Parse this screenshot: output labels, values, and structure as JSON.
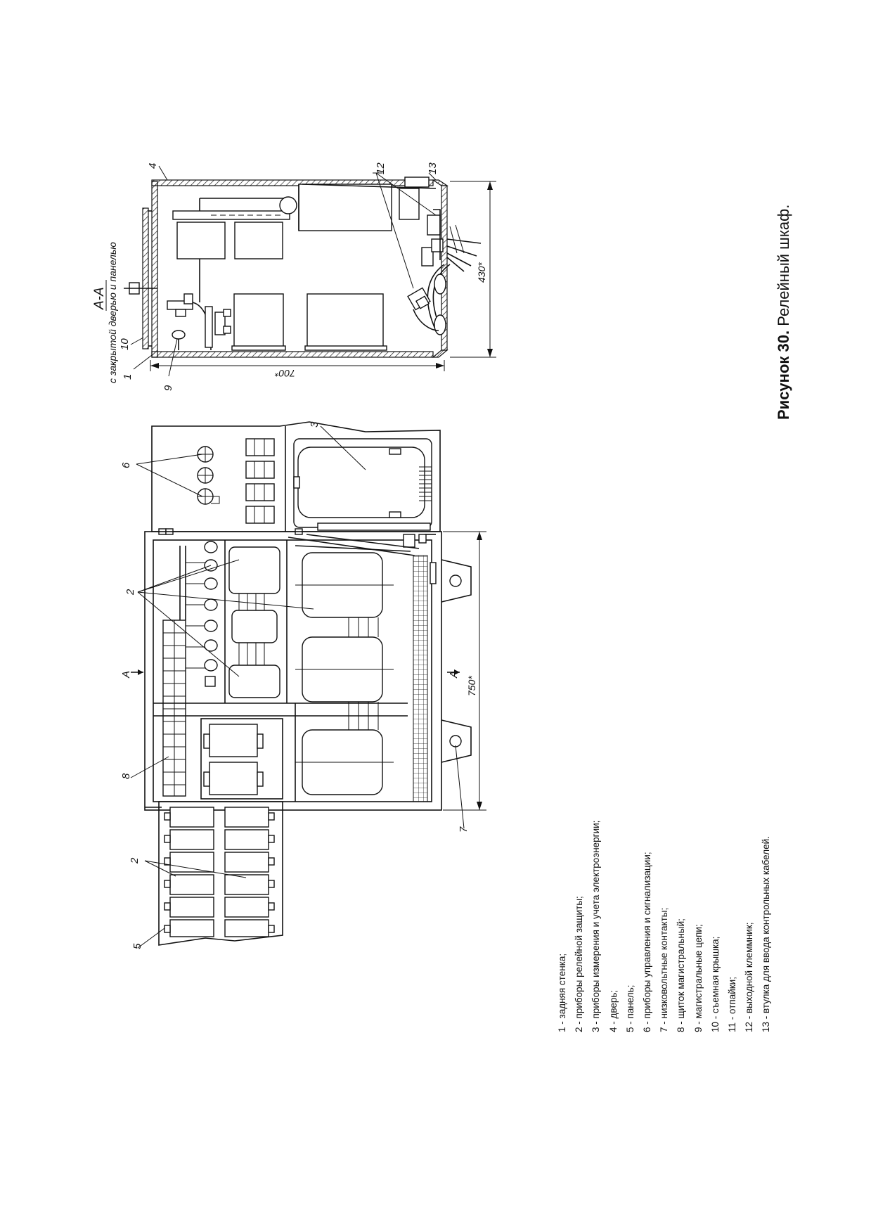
{
  "caption": {
    "number": "Рисунок 30.",
    "title": "Релейный шкаф."
  },
  "section_view": {
    "label": "А-А",
    "sublabel": "с закрытой дверью и панелью",
    "callouts": [
      "4",
      "12",
      "13",
      "10",
      "1",
      "9"
    ],
    "dimensions": [
      "700*",
      "430*"
    ]
  },
  "front_view": {
    "callouts": [
      "6",
      "3",
      "2",
      "8",
      "7",
      "2",
      "5"
    ],
    "section_marks": [
      "А",
      "А"
    ],
    "dimensions": [
      "750*"
    ]
  },
  "legend": [
    "1 - задняя стенка;",
    "2 - приборы релейной защиты;",
    "3 - приборы измерения и учета электроэнергии;",
    "4 - дверь;",
    "5 - панель;",
    "6 - приборы управления и сигнализации;",
    "7 - низковольтные контакты;",
    "8 - щиток магистральный;",
    "9 - магистральные цепи;",
    "10 - съемная крышка;",
    "11 - отпайки;",
    "12 - выходной клеммник;",
    "13 - втулка для ввода контрольных кабелей."
  ]
}
